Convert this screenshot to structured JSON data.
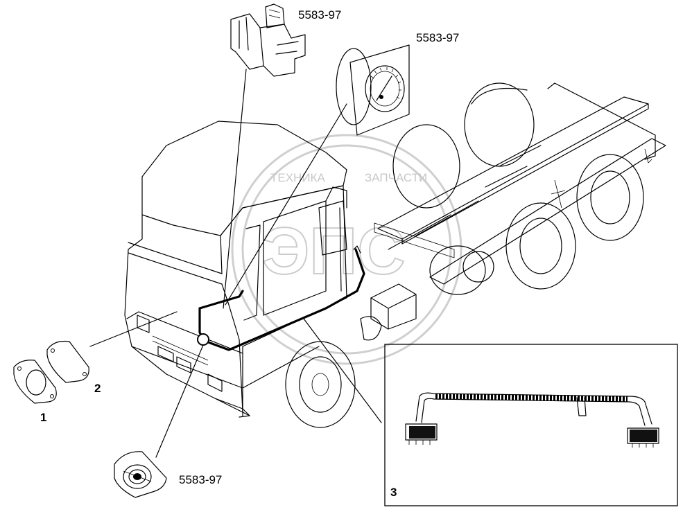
{
  "labels": {
    "part_code_top": "5583-97",
    "part_code_gauge": "5583-97",
    "part_code_bottom": "5583-97",
    "item_1": "1",
    "item_2": "2",
    "item_3": "3"
  },
  "watermark": {
    "text_left": "ТЕХНИКА",
    "text_right": "ЗАПЧАСТИ",
    "logo_text": "ЭПС"
  }
}
